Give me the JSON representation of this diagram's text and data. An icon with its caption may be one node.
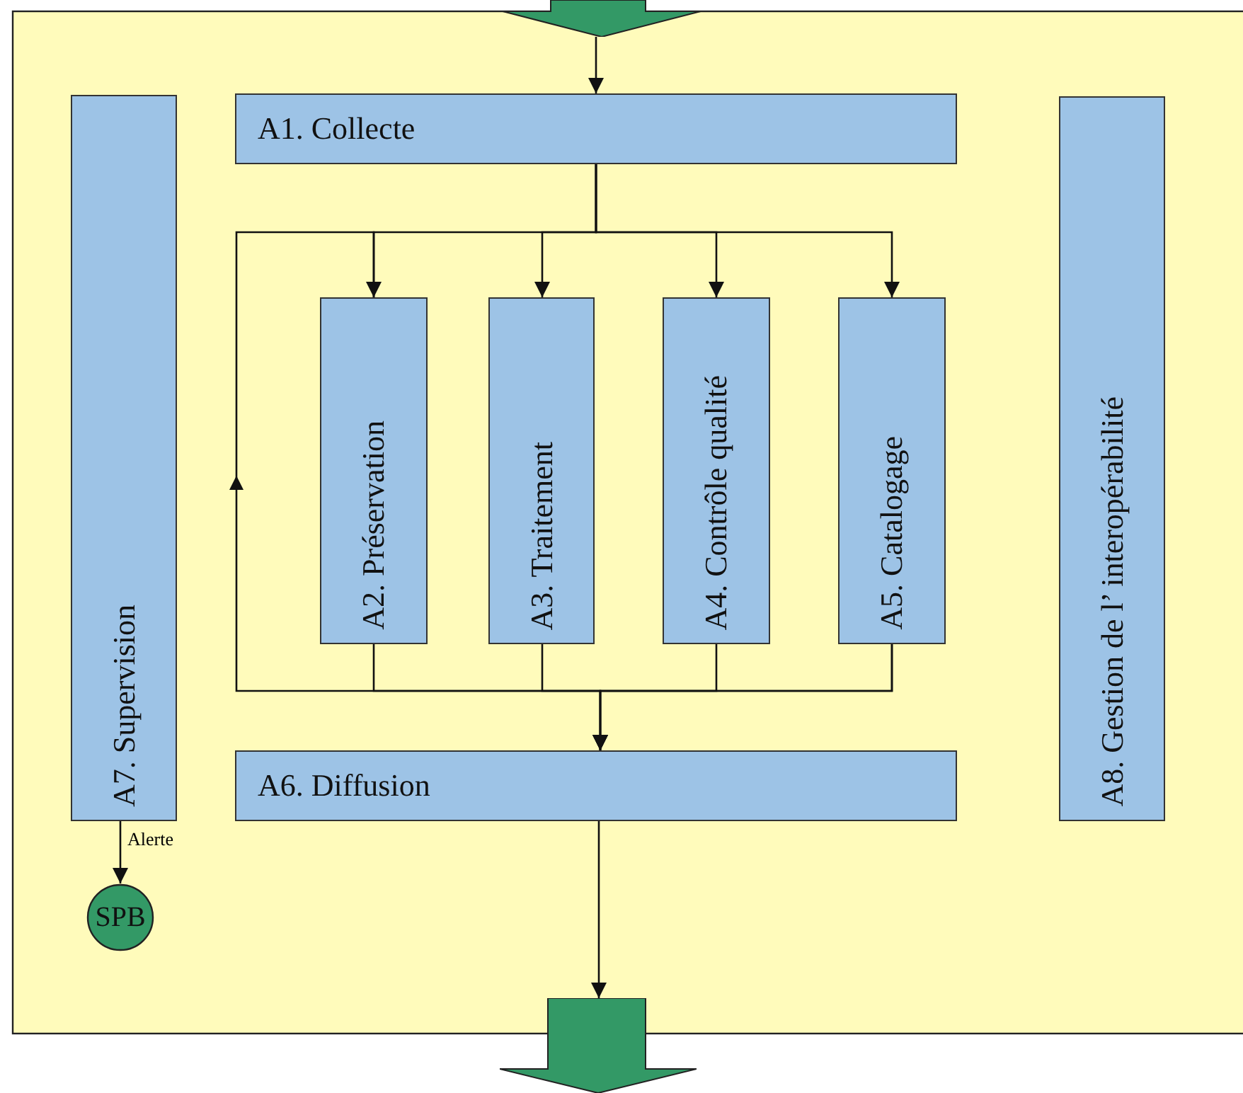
{
  "diagram": {
    "nodes": [
      {
        "text": [],
        "shape": "arrow"
      },
      {
        "text": [
          "A1. Collecte"
        ]
      },
      {
        "text": [
          "A2. Préservation"
        ]
      },
      {
        "text": [
          "A3. Traitement"
        ]
      },
      {
        "text": [
          "A4. Contrôle qualité"
        ]
      },
      {
        "text": [
          "A5. Catalogage"
        ]
      },
      {
        "text": [
          "A6. Diffusion"
        ]
      },
      {
        "text": [
          "A7. Supervision"
        ]
      },
      {
        "text": [
          "SPB"
        ]
      },
      {
        "text": [
          "A8. Gestion de l’ interopérabilité"
        ]
      },
      {
        "text": [],
        "shape": "arrow"
      }
    ],
    "edges": [
      {
        "from": 0,
        "to": 1,
        "arrow": "to"
      },
      {
        "from": 1,
        "to": 2,
        "arrow": "to"
      },
      {
        "from": 1,
        "to": 3,
        "arrow": "to"
      },
      {
        "from": 1,
        "to": 4,
        "arrow": "to"
      },
      {
        "from": 1,
        "to": 5,
        "arrow": "to"
      },
      {
        "from": 2,
        "to": 6,
        "arrow": "to"
      },
      {
        "from": 3,
        "to": 6,
        "arrow": "to"
      },
      {
        "from": 4,
        "to": 6,
        "arrow": "to"
      },
      {
        "from": 5,
        "to": 6,
        "arrow": "to"
      },
      {
        "from": 5,
        "to": 2,
        "arrow": "to"
      },
      {
        "from": 6,
        "to": 10,
        "arrow": "to"
      },
      {
        "from": 7,
        "to": 8,
        "arrow": "to",
        "label": "Alerte"
      }
    ]
  }
}
